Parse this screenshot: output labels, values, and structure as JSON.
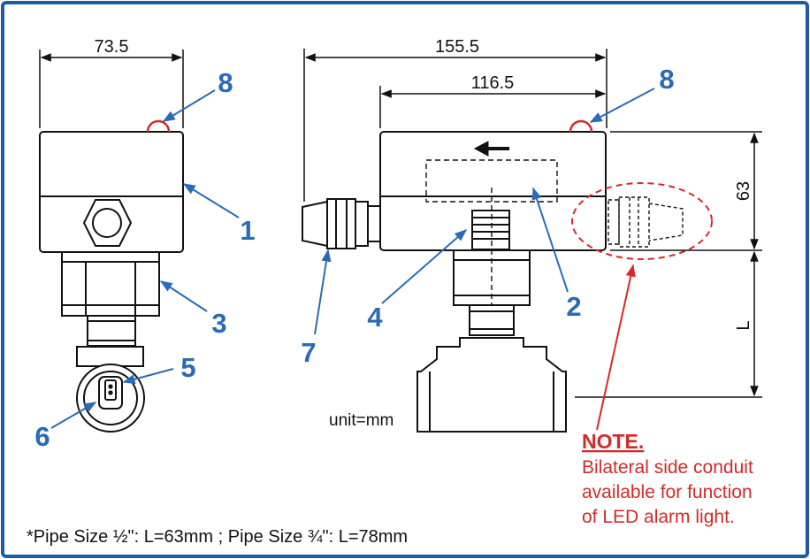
{
  "colors": {
    "frame": "#1f5aa6",
    "callout": "#2a6bb5",
    "note": "#d42a2a",
    "outline": "#111111",
    "body_fill": "#ffffff"
  },
  "dimensions": {
    "side_width": "73.5",
    "front_overall": "155.5",
    "front_box": "116.5",
    "height_box": "63",
    "height_pipe": "L"
  },
  "callouts": {
    "c1": "1",
    "c2": "2",
    "c3": "3",
    "c4": "4",
    "c5": "5",
    "c6": "6",
    "c7": "7",
    "c8_left": "8",
    "c8_right": "8"
  },
  "unit_label": "unit=mm",
  "note": {
    "heading": "NOTE.",
    "line1": "Bilateral side conduit",
    "line2": "available for function",
    "line3": "of LED alarm light."
  },
  "footnote": "*Pipe Size ½\": L=63mm ; Pipe Size ¾\": L=78mm"
}
